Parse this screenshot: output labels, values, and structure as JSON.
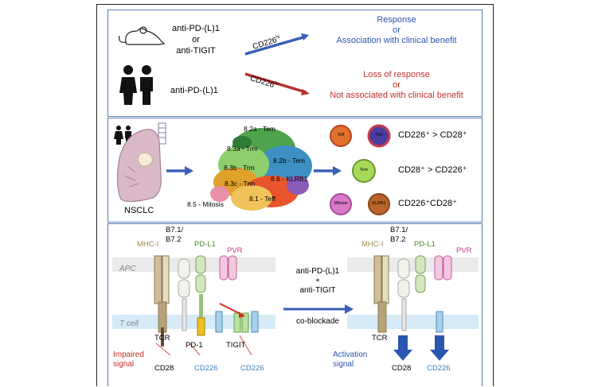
{
  "panel_treatment": {
    "therapy_mouse": [
      "anti-PD-(L)1",
      "or",
      "anti-TIGIT"
    ],
    "therapy_human": "anti-PD-(L)1",
    "cd226_high": "CD226",
    "cd226_high_sup": "hi",
    "cd226_low": "CD226",
    "cd226_low_sup": "lo",
    "outcome_positive": [
      "Response",
      "or",
      "Association with clinical benefit"
    ],
    "outcome_negative": [
      "Loss of response",
      "or",
      "Not associated with clinical benefit"
    ],
    "colors": {
      "positive": "#2a55b0",
      "negative": "#c0302a",
      "arrow_blue": "#3a5fb5",
      "arrow_red": "#b8302c"
    }
  },
  "panel_clusters": {
    "tissue_label": "NSCLC",
    "clusters": [
      "8.2a - Tem",
      "8.3a - Trm",
      "8.2b - Tem",
      "8.3b - Trm",
      "8.6 - KLRB1",
      "8.3c - Trm",
      "8.1 - Teff",
      "8.5 - Mitosis"
    ],
    "cells": [
      "Teff",
      "Trm",
      "Tem",
      "Mitosis",
      "KLRB1"
    ],
    "phenotype_1": "CD226⁺ > CD28⁺",
    "phenotype_2": "CD28⁺ > CD226⁺",
    "phenotype_3": "CD226⁺CD28⁺"
  },
  "panel_signaling": {
    "apc_label": "APC",
    "tcell_label": "T cell",
    "left_labels": {
      "mhc": "MHC-I",
      "b7": [
        "B7.1/",
        "B7.2"
      ],
      "pdl1": "PD-L1",
      "pvr": "PVR",
      "tcr": "TCR",
      "pd1": "PD-1",
      "tigit": "TIGIT",
      "cd28": "CD28",
      "cd226a": "CD226",
      "cd226b": "CD226"
    },
    "left_state": [
      "Impaired",
      "signal"
    ],
    "treatment": [
      "anti-PD-(L)1",
      "+",
      "anti-TIGIT"
    ],
    "treatment_sub": "co-blockade",
    "right_labels": {
      "mhc": "MHC-I",
      "b7": [
        "B7.1/",
        "B7.2"
      ],
      "pdl1": "PD-L1",
      "pvr": "PVR",
      "tcr": "TCR",
      "cd28": "CD28",
      "cd226": "CD226"
    },
    "right_state": [
      "Activation",
      "signal"
    ]
  }
}
